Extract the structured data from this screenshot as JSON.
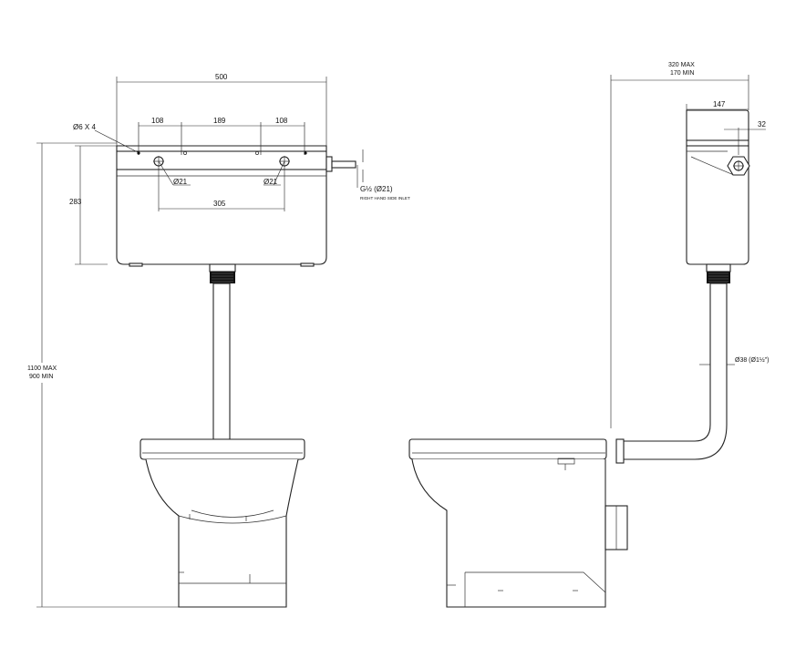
{
  "front_view": {
    "width_overall": "500",
    "fixing_left": "108",
    "fixing_middle": "189",
    "fixing_right": "108",
    "fixing_holes": "Ø6 X 4",
    "cistern_height": "283",
    "hole_left": "Ø21",
    "hole_right": "Ø21",
    "hole_spacing": "305",
    "inlet_size": "G½ (Ø21)",
    "inlet_note": "RIGHT HAND SIDE INLET",
    "height_max": "1100 MAX",
    "height_min": "900 MIN"
  },
  "side_view": {
    "projection_max": "320 MAX",
    "projection_min": "170 MIN",
    "cistern_depth": "147",
    "inlet_offset": "32",
    "flush_pipe": "Ø38 (Ø1½\")"
  }
}
